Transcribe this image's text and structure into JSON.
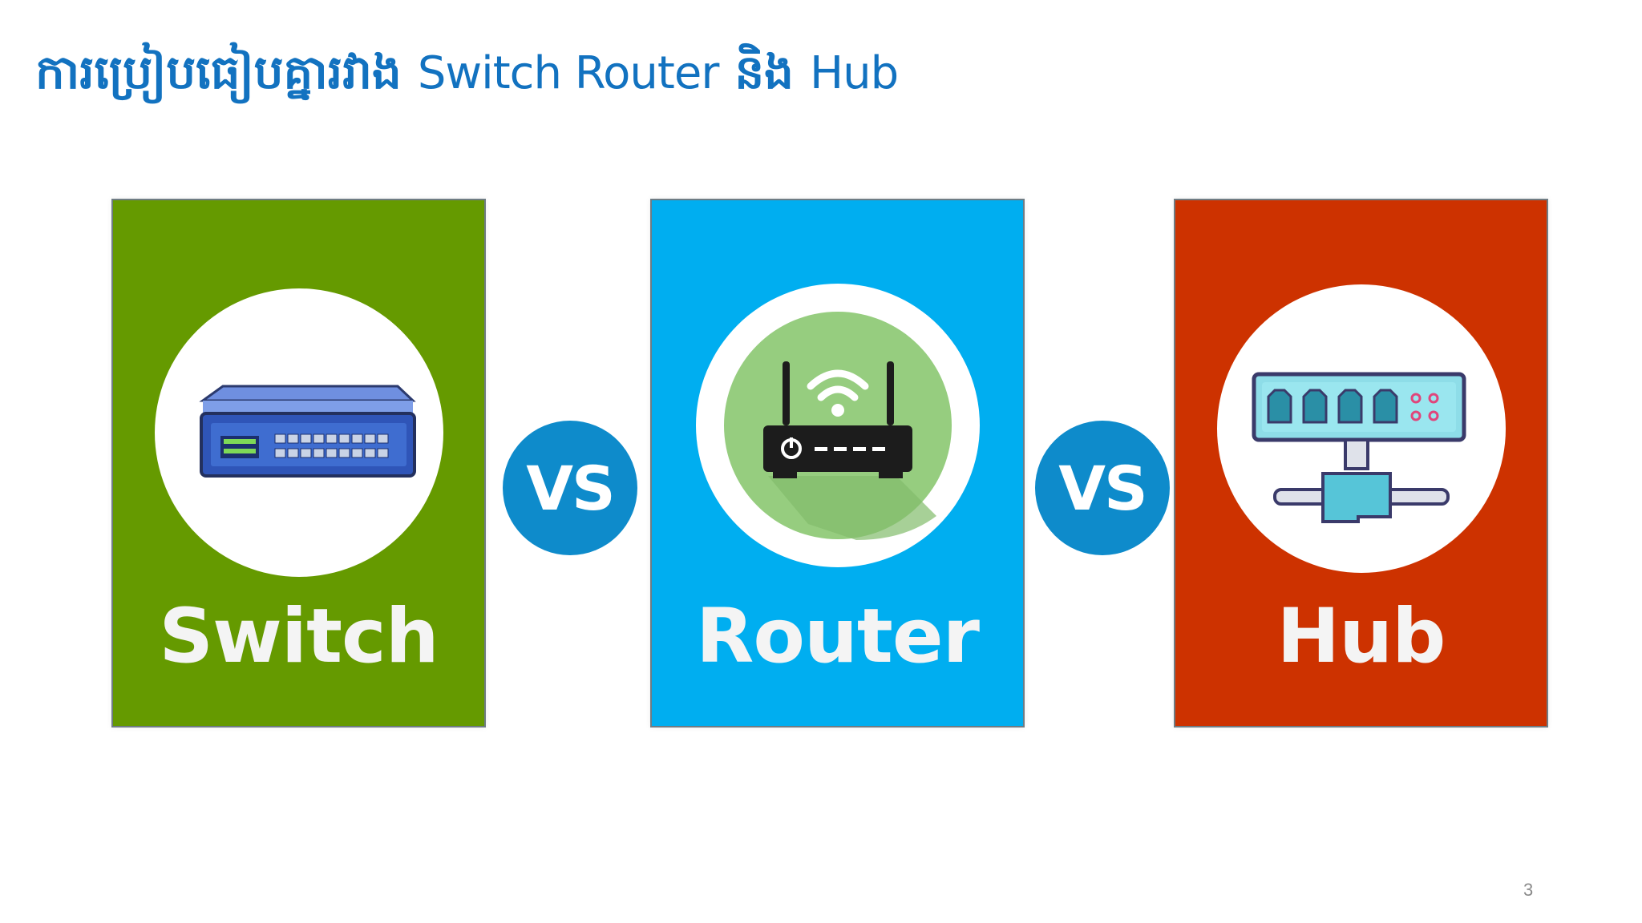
{
  "title": {
    "khmer_lead": "ការប្រៀបធៀបគ្នារវាង",
    "english": "Switch Router",
    "khmer_and": "និង",
    "english_tail": "Hub",
    "color": "#1272c0"
  },
  "cards": [
    {
      "label": "Switch",
      "color": "#659a00",
      "icon": "network-switch-icon"
    },
    {
      "label": "Router",
      "color": "#00aef0",
      "icon": "wifi-router-icon"
    },
    {
      "label": "Hub",
      "color": "#cd3200",
      "icon": "network-hub-icon"
    }
  ],
  "vs_badges": [
    {
      "text": "VS"
    },
    {
      "text": "VS"
    }
  ],
  "page_number": "3"
}
